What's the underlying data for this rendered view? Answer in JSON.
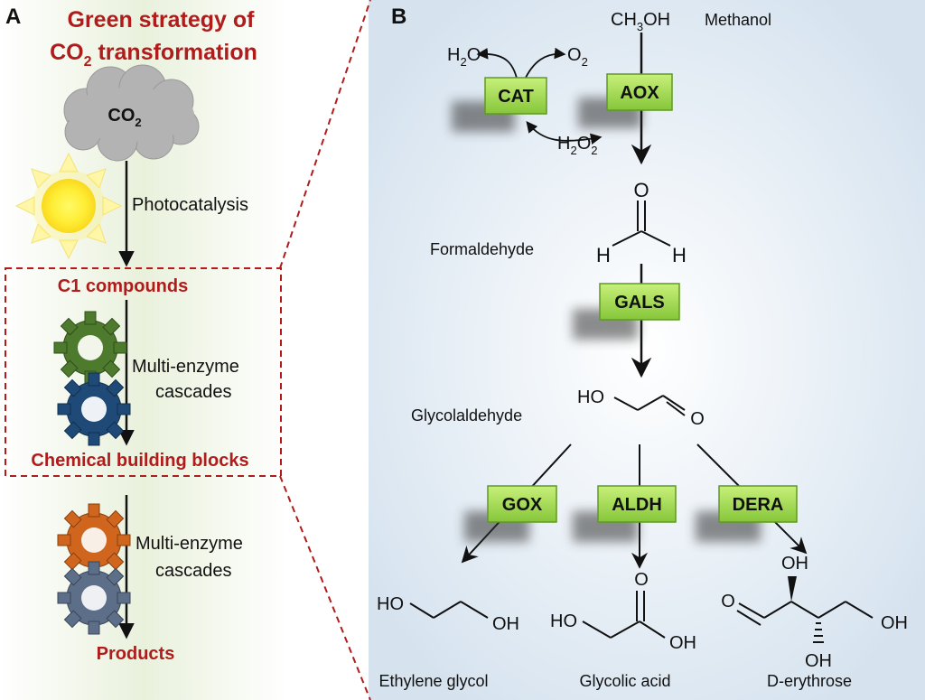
{
  "panel_a": {
    "label": "A",
    "title_line1": "Green strategy of",
    "title_line2_prefix": "CO",
    "title_line2_sub": "2",
    "title_line2_suffix": " transformation",
    "cloud_prefix": "CO",
    "cloud_sub": "2",
    "step1": "Photocatalysis",
    "c1": "C1 compounds",
    "step2_line1": "Multi-enzyme",
    "step2_line2": "cascades",
    "blocks": "Chemical building blocks",
    "step3_line1": "Multi-enzyme",
    "step3_line2": "cascades",
    "products": "Products"
  },
  "panel_b": {
    "label": "B",
    "methanol_formula_a": "CH",
    "methanol_formula_sub": "3",
    "methanol_formula_b": "OH",
    "methanol_name": "Methanol",
    "h2o_a": "H",
    "h2o_sub": "2",
    "h2o_b": "O",
    "o2_a": "O",
    "o2_sub": "2",
    "h2o2_a": "H",
    "h2o2_sub1": "2",
    "h2o2_b": "O",
    "h2o2_sub2": "2",
    "enzymes": {
      "cat": "CAT",
      "aox": "AOX",
      "gals": "GALS",
      "gox": "GOX",
      "aldh": "ALDH",
      "dera": "DERA"
    },
    "formaldehyde": {
      "name": "Formaldehyde",
      "o": "O",
      "h_left": "H",
      "h_right": "H"
    },
    "glycolaldehyde": {
      "name": "Glycolaldehyde",
      "ho": "HO",
      "o": "O"
    },
    "ethylene_glycol": {
      "name": "Ethylene glycol",
      "ho": "HO",
      "oh": "OH"
    },
    "glycolic_acid": {
      "name": "Glycolic acid",
      "ho": "HO",
      "o": "O",
      "oh": "OH"
    },
    "erythrose": {
      "name": "D-erythrose",
      "o": "O",
      "oh_top": "OH",
      "oh_right": "OH",
      "oh_bottom": "OH"
    }
  },
  "colors": {
    "title_red": "#b01c1c",
    "enzyme_fill": "#9cd64a",
    "gear_green": "#4e7a2e",
    "gear_blue": "#1f4a78",
    "gear_orange": "#d0661e",
    "gear_slate": "#5d6e88"
  }
}
